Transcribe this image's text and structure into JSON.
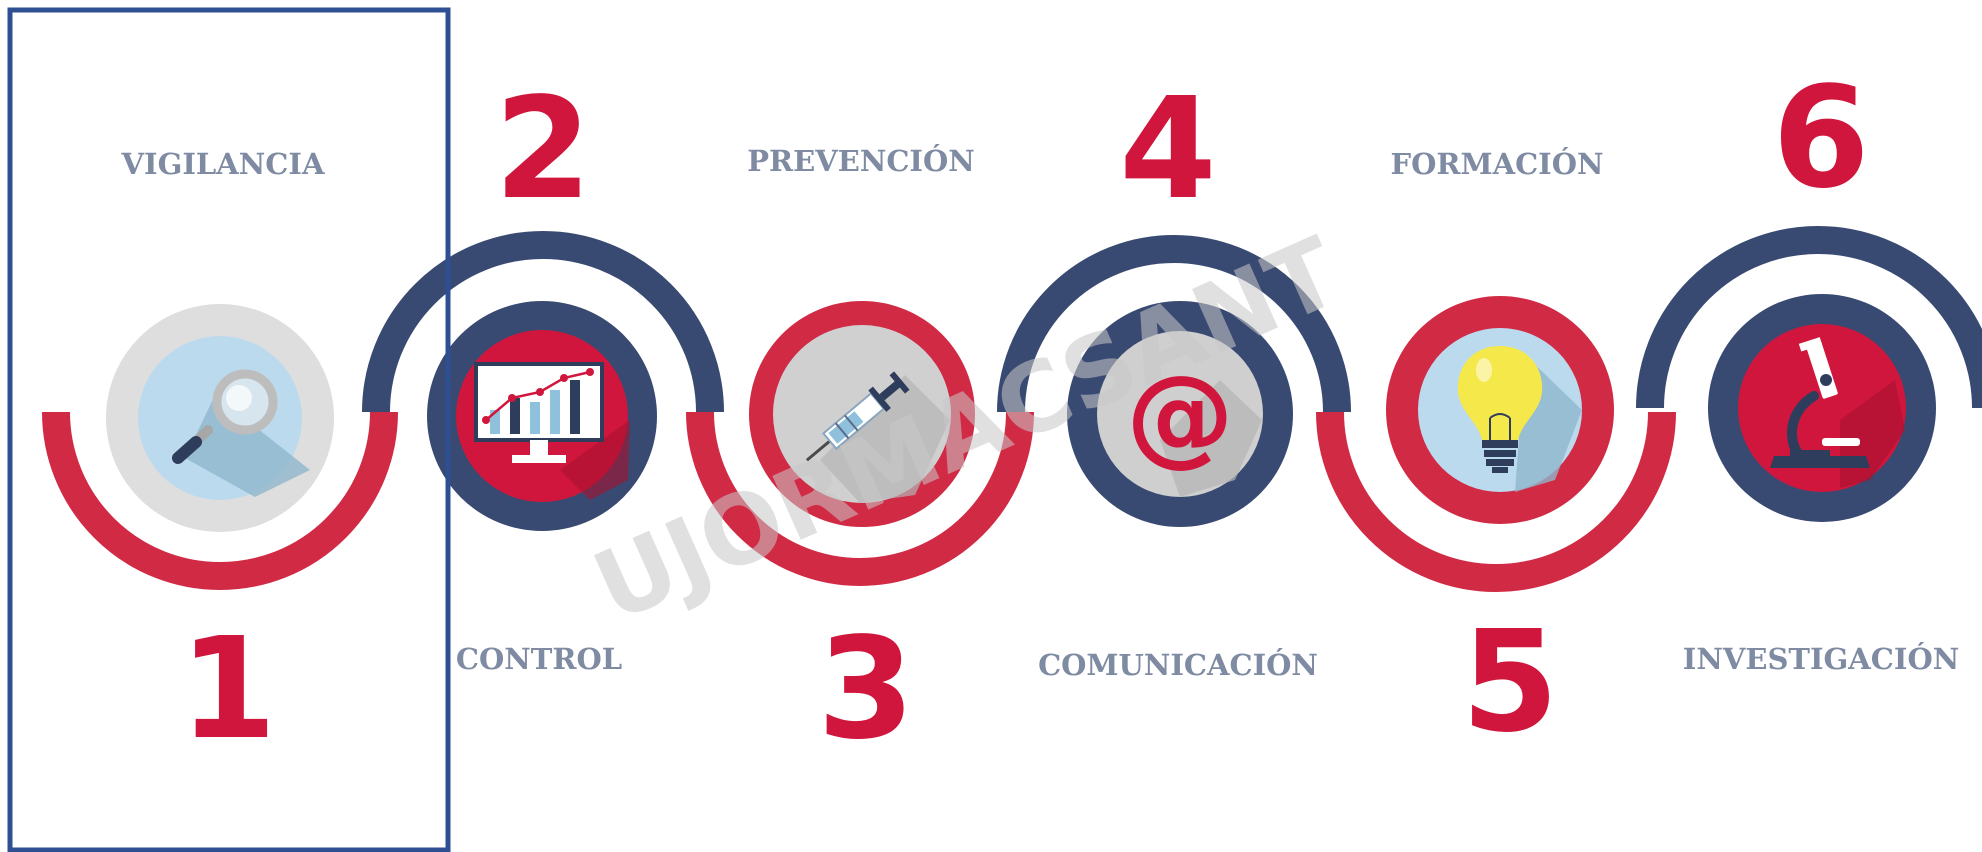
{
  "watermark": "UJORMACSANT",
  "colors": {
    "navy": "#394a72",
    "red": "#d12a45",
    "label_gray": "#7f8ba2",
    "highlight_box": "#2f4f93",
    "watermark_gray": "#c8c8c8"
  },
  "steps": [
    {
      "number": "1",
      "label": "VIGILANCIA",
      "icon": "magnifier-icon"
    },
    {
      "number": "2",
      "label": "CONTROL",
      "icon": "monitor-chart-icon"
    },
    {
      "number": "3",
      "label": "PREVENCIÓN",
      "icon": "syringe-icon"
    },
    {
      "number": "4",
      "label": "COMUNICACIÓN",
      "icon": "at-sign-icon"
    },
    {
      "number": "5",
      "label": "FORMACIÓN",
      "icon": "lightbulb-icon"
    },
    {
      "number": "6",
      "label": "INVESTIGACIÓN",
      "icon": "microscope-icon"
    }
  ]
}
